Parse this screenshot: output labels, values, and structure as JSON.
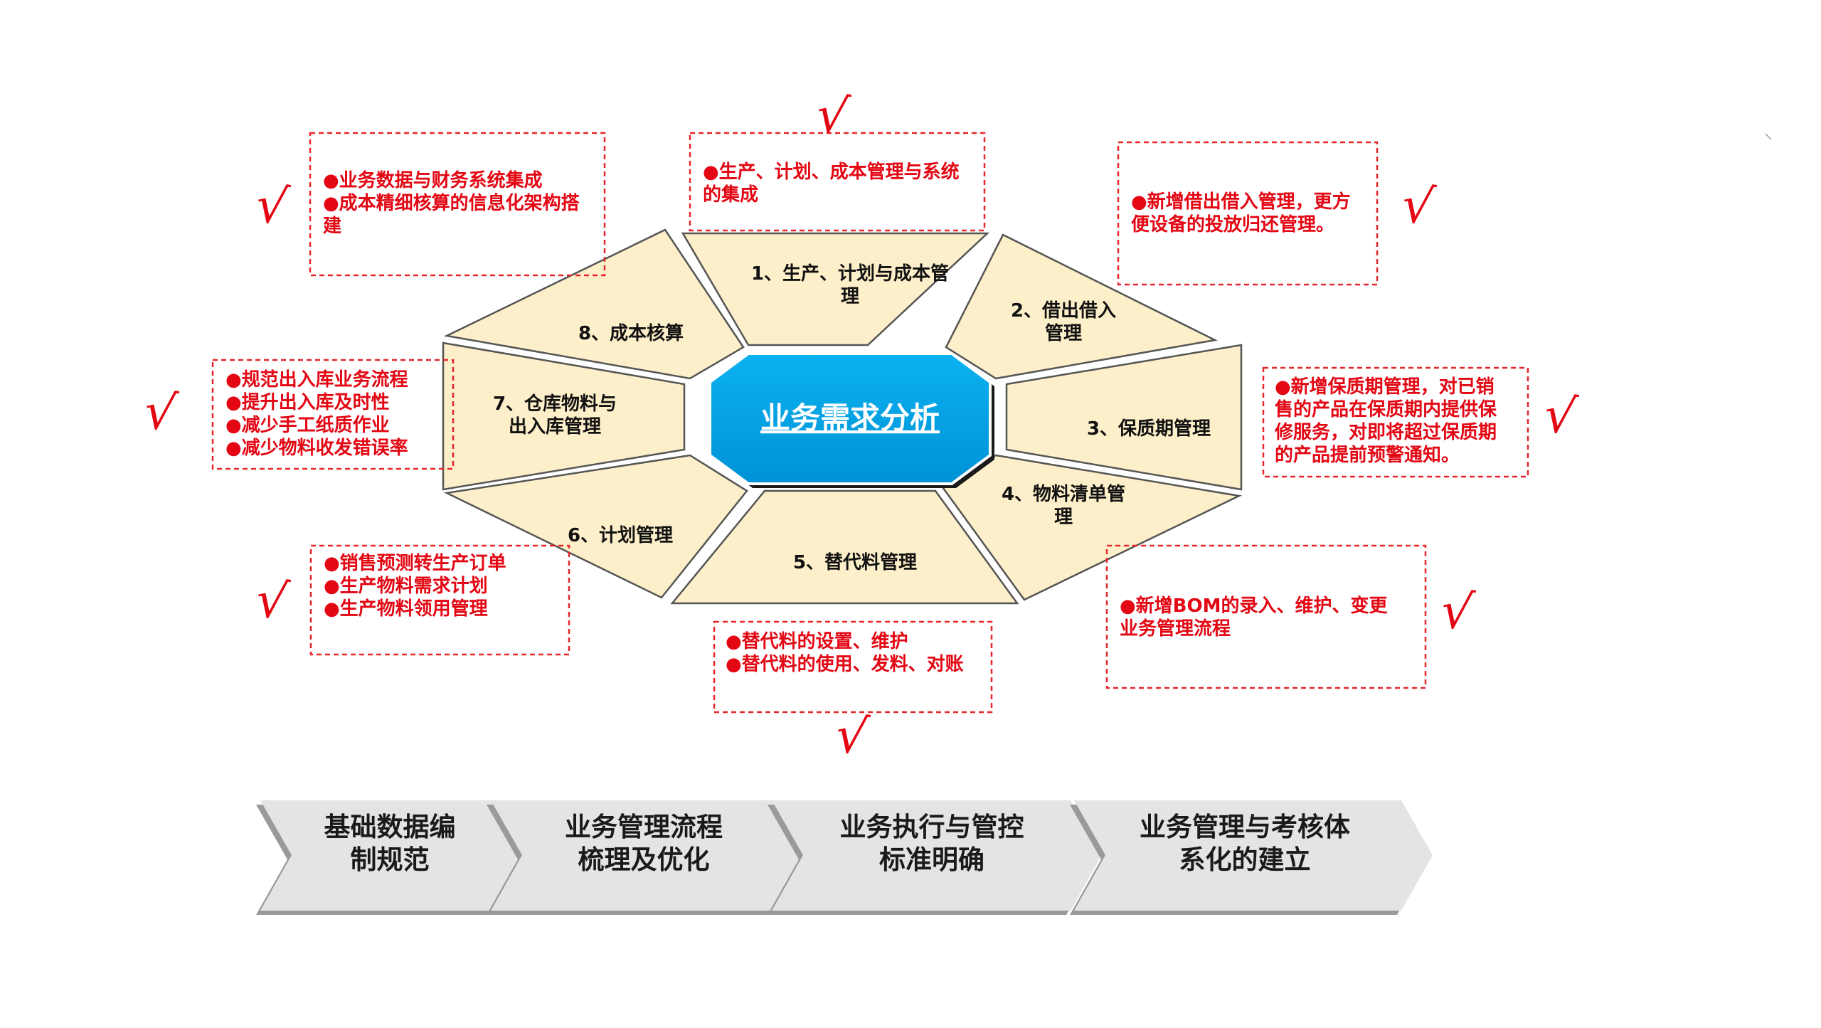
{
  "center": {
    "title": "业务需求分析"
  },
  "segments": [
    {
      "lines": [
        "1、生产、计划与成本管",
        "理"
      ]
    },
    {
      "lines": [
        "2、借出借入",
        "管理"
      ]
    },
    {
      "lines": [
        "3、保质期管理"
      ]
    },
    {
      "lines": [
        "4、物料清单管",
        "理"
      ]
    },
    {
      "lines": [
        "5、替代料管理"
      ]
    },
    {
      "lines": [
        "6、计划管理"
      ]
    },
    {
      "lines": [
        "7、仓库物料与",
        "出入库管理"
      ]
    },
    {
      "lines": [
        "8、成本核算"
      ]
    }
  ],
  "notes": [
    {
      "lines": [
        "●业务数据与财务系统集成",
        "●成本精细核算的信息化架构搭",
        "建"
      ]
    },
    {
      "lines": [
        "●生产、计划、成本管理与系统",
        "的集成"
      ]
    },
    {
      "lines": [
        "●新增借出借入管理，更方",
        "便设备的投放归还管理。"
      ]
    },
    {
      "lines": [
        "●规范出入库业务流程",
        "●提升出入库及时性",
        "●减少手工纸质作业",
        "●减少物料收发错误率"
      ]
    },
    {
      "lines": [
        "●新增保质期管理，对已销",
        "售的产品在保质期内提供保",
        "修服务，对即将超过保质期",
        "的产品提前预警通知。"
      ]
    },
    {
      "lines": [
        "●销售预测转生产订单",
        "●生产物料需求计划",
        "●生产物料领用管理"
      ]
    },
    {
      "lines": [
        "●新增BOM的录入、维护、变更",
        "业务管理流程"
      ]
    },
    {
      "lines": [
        "●替代料的设置、维护",
        "●替代料的使用、发料、对账"
      ]
    }
  ],
  "checkmark": "√",
  "process_steps": [
    {
      "lines": [
        "基础数据编",
        "制规范"
      ]
    },
    {
      "lines": [
        "业务管理流程",
        "梳理及优化"
      ]
    },
    {
      "lines": [
        "业务执行与管控",
        "标准明确"
      ]
    },
    {
      "lines": [
        "业务管理与考核体",
        "系化的建立"
      ]
    }
  ],
  "colors": {
    "segment_fill": "#fdefc9",
    "center_fill": "#00a2e8",
    "note_red": "#e30613",
    "arrow_fill": "#e4e4e4"
  }
}
